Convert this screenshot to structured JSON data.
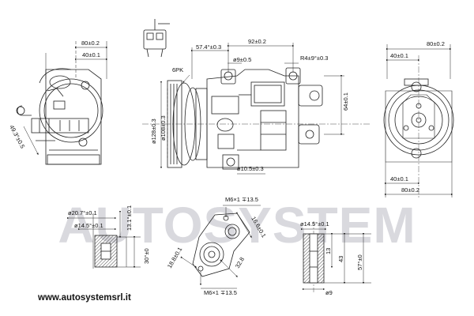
{
  "watermark": "AUTOSYSTEM",
  "footer_url": "www.autosystemsrl.it",
  "colors": {
    "line": "#222222",
    "watermark": "#d9d9de",
    "background": "#ffffff"
  },
  "dimensions": {
    "left_80": "80±0.2",
    "left_40": "40±0.1",
    "left_angle": "49.3°±0.5",
    "top_57": "57.4°±0.3",
    "top_92": "92±0.2",
    "top_9": "ø9±0.5",
    "top_r4": "R4±9°±0.3",
    "pulley_6pk": "6PK",
    "pulley_128": "ø128±0.3",
    "pulley_108": "ø108±0.3",
    "body_64": "64±0.1",
    "bottom_10": "ø10.5±0.3",
    "right_80": "80±0.2",
    "right_40": "40±0.1",
    "right_40b": "40±0.1",
    "right_80b": "80±0.2",
    "fit1_d20": "ø20.7°±0.1",
    "fit1_d14": "ø14.5°±0.1",
    "fit1_13": "13.1°±0.1",
    "fit1_30": "30°±0",
    "fit2_m6top": "M6×1 ∓13.5",
    "fit2_16": "16.6±0.1",
    "fit2_18": "18.8±0.1",
    "fit2_32": "32.8",
    "fit2_m6bot": "M6×1 ∓13.5",
    "fit3_d14": "ø14.5°±0.1",
    "fit3_13": "13",
    "fit3_43": "43",
    "fit3_57": "57°±0",
    "fit3_d9": "ø9"
  }
}
